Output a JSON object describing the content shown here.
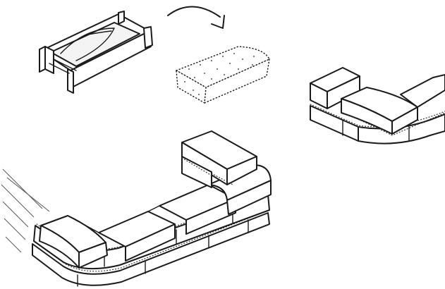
{
  "figure": {
    "elements": [
      {
        "name": "brick-mold"
      },
      {
        "name": "curved-arrow"
      },
      {
        "name": "molded-brick-wet"
      },
      {
        "name": "curved-wall-corner-small"
      },
      {
        "name": "curved-brick-wall-large"
      }
    ]
  }
}
